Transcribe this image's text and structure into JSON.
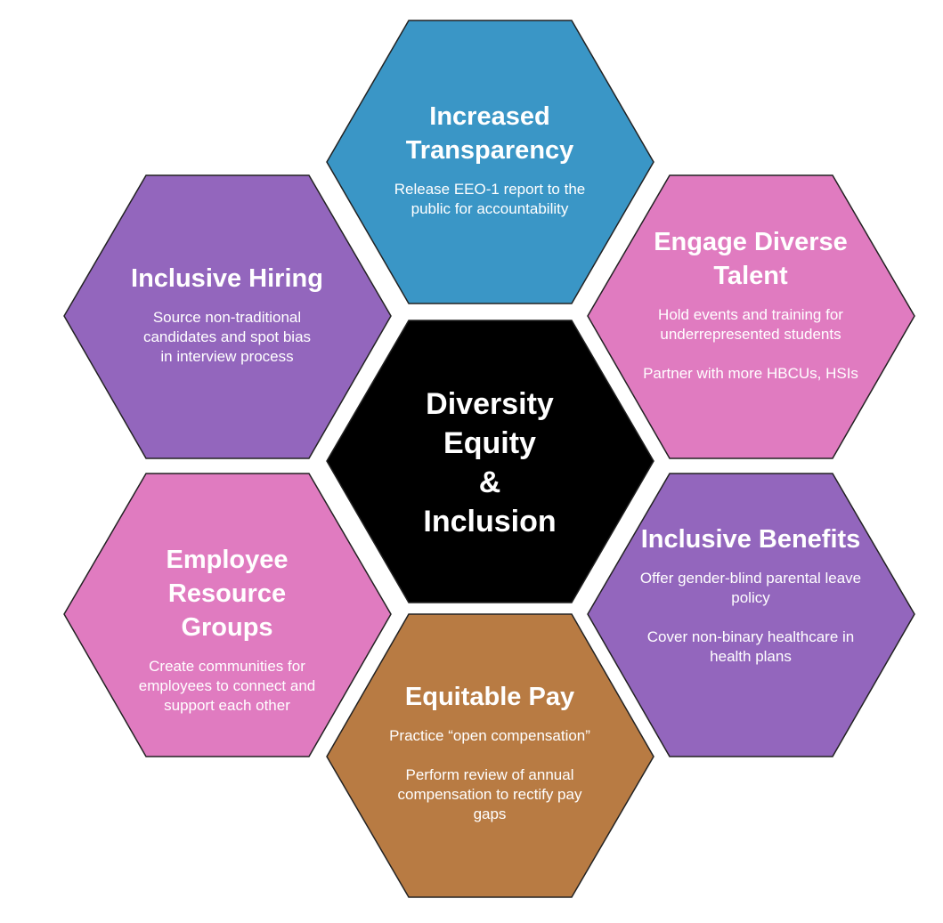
{
  "colors": {
    "teal": "#3a96c6",
    "pink": "#e07bc0",
    "purple": "#9366bd",
    "brown": "#b87b43",
    "black": "#000000",
    "outline": "#222222"
  },
  "center": {
    "lines": [
      "Diversity",
      "Equity",
      "&",
      "Inclusion"
    ]
  },
  "hexes": {
    "transparency": {
      "title": "Increased Transparency",
      "desc": [
        "Release EEO-1 report to the public for accountability"
      ]
    },
    "talent": {
      "title": "Engage Diverse Talent",
      "desc": [
        "Hold events and training for underrepresented students",
        "Partner with more HBCUs, HSIs"
      ]
    },
    "benefits": {
      "title": "Inclusive Benefits",
      "desc": [
        "Offer gender-blind parental leave policy",
        "Cover non-binary healthcare in health plans"
      ]
    },
    "pay": {
      "title": "Equitable Pay",
      "desc": [
        "Practice “open compensation”",
        "Perform review of annual compensation to rectify pay gaps"
      ]
    },
    "erg": {
      "title": "Employee Resource Groups",
      "desc": [
        "Create communities for employees to connect and support each other"
      ]
    },
    "hiring": {
      "title": "Inclusive Hiring",
      "desc": [
        "Source non-traditional candidates and spot bias in interview process"
      ]
    }
  }
}
